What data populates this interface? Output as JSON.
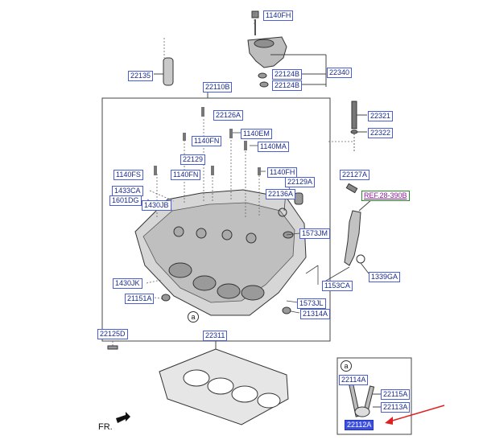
{
  "labels": {
    "p1140FH_top": "1140FH",
    "p22340": "22340",
    "p22124B_1": "22124B",
    "p22124B_2": "22124B",
    "p22135": "22135",
    "p22110B": "22110B",
    "p22126A": "22126A",
    "p22321": "22321",
    "p22322": "22322",
    "p1140FN_1": "1140FN",
    "p1140EM": "1140EM",
    "p1140MA": "1140MA",
    "p22129": "22129",
    "p1140FS": "1140FS",
    "p1140FN_2": "1140FN",
    "p1140FH_mid": "1140FH",
    "p22127A": "22127A",
    "p22129A": "22129A",
    "p1433CA": "1433CA",
    "p22136A": "22136A",
    "pREF": "REF.28-390B",
    "p1601DG": "1601DG",
    "p1430JB": "1430JB",
    "p1573JM": "1573JM",
    "p1339GA": "1339GA",
    "p1430JK": "1430JK",
    "p1153CA": "1153CA",
    "p21151A": "21151A",
    "p1573JL": "1573JL",
    "p21314A": "21314A",
    "p22125D": "22125D",
    "p22311": "22311",
    "p22114A": "22114A",
    "p22115A": "22115A",
    "p22113A": "22113A",
    "p22112A": "22112A"
  },
  "callout_a_main": "a",
  "callout_a_inset": "a",
  "front_label": "FR.",
  "colors": {
    "label_text": "#1a2a8c",
    "label_border": "#4a5fd6",
    "highlight_bg": "#3c4fe0",
    "highlight_text": "#ffffff",
    "arrow": "#e02020",
    "ref_text": "#8a1a9a",
    "ref_border": "#2a8a2a"
  }
}
